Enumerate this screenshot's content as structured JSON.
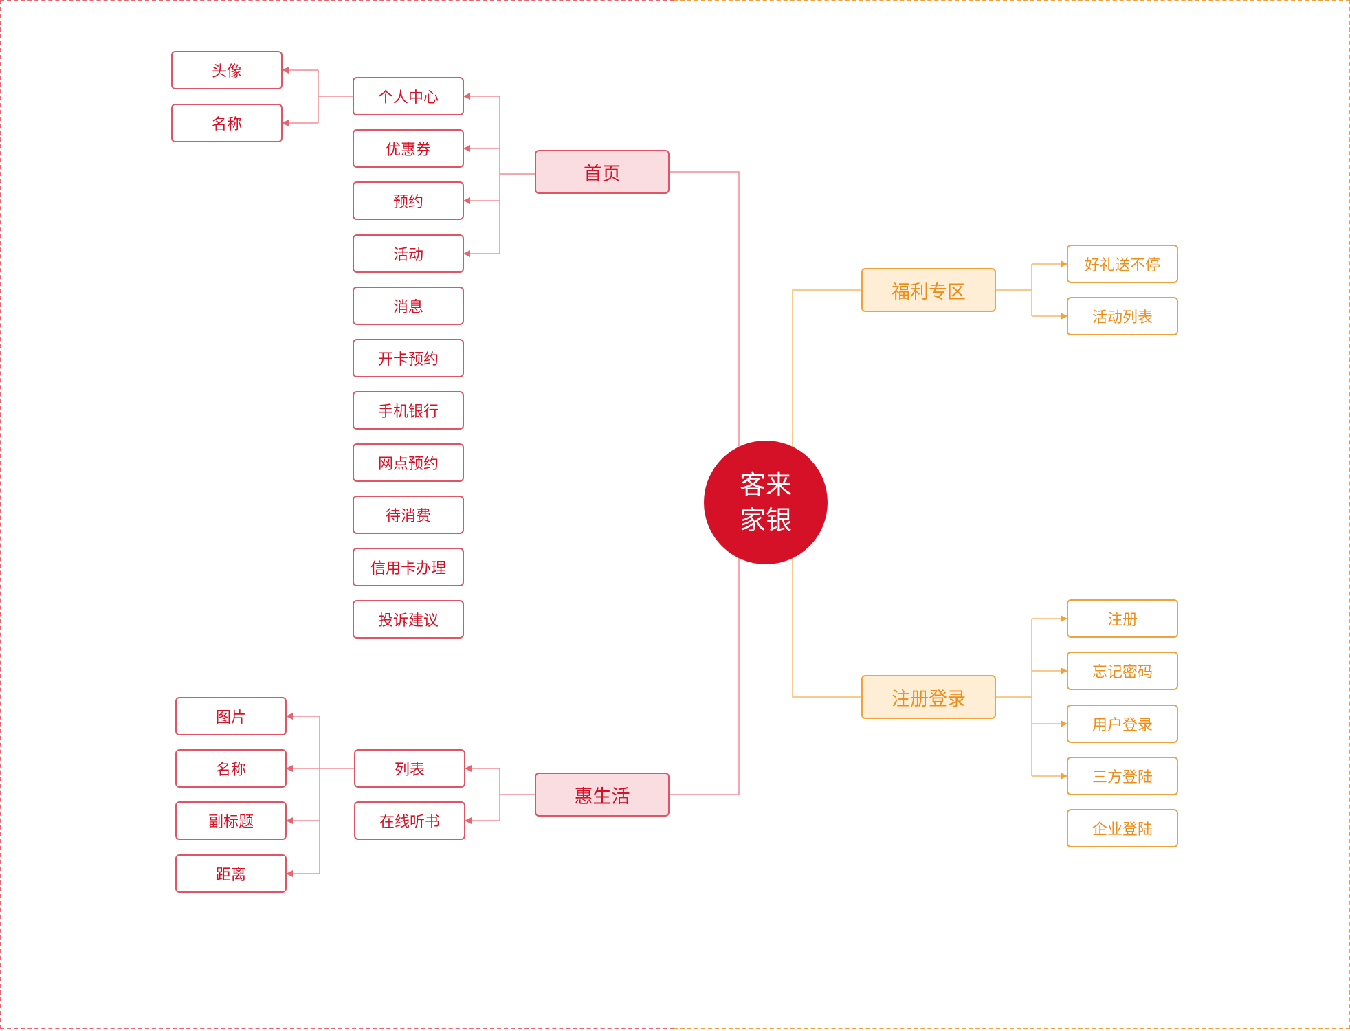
{
  "center": {
    "line1": "客来",
    "line2": "家银"
  },
  "colors": {
    "red": "#d41126",
    "red_line": "#f08c96",
    "orange": "#ef8d1b",
    "orange_line": "#f5b868"
  },
  "branches": {
    "home": {
      "label": "首页",
      "items": [
        "个人中心",
        "优惠券",
        "预约",
        "活动",
        "消息",
        "开卡预约",
        "手机银行",
        "网点预约",
        "待消费",
        "信用卡办理",
        "投诉建议"
      ],
      "personal_center_children": [
        "头像",
        "名称"
      ]
    },
    "life": {
      "label": "惠生活",
      "items": [
        "列表",
        "在线听书"
      ],
      "list_children": [
        "图片",
        "名称",
        "副标题",
        "距离"
      ]
    },
    "welfare": {
      "label": "福利专区",
      "items": [
        "好礼送不停",
        "活动列表"
      ]
    },
    "account": {
      "label": "注册登录",
      "items": [
        "注册",
        "忘记密码",
        "用户登录",
        "三方登陆",
        "企业登陆"
      ]
    }
  }
}
